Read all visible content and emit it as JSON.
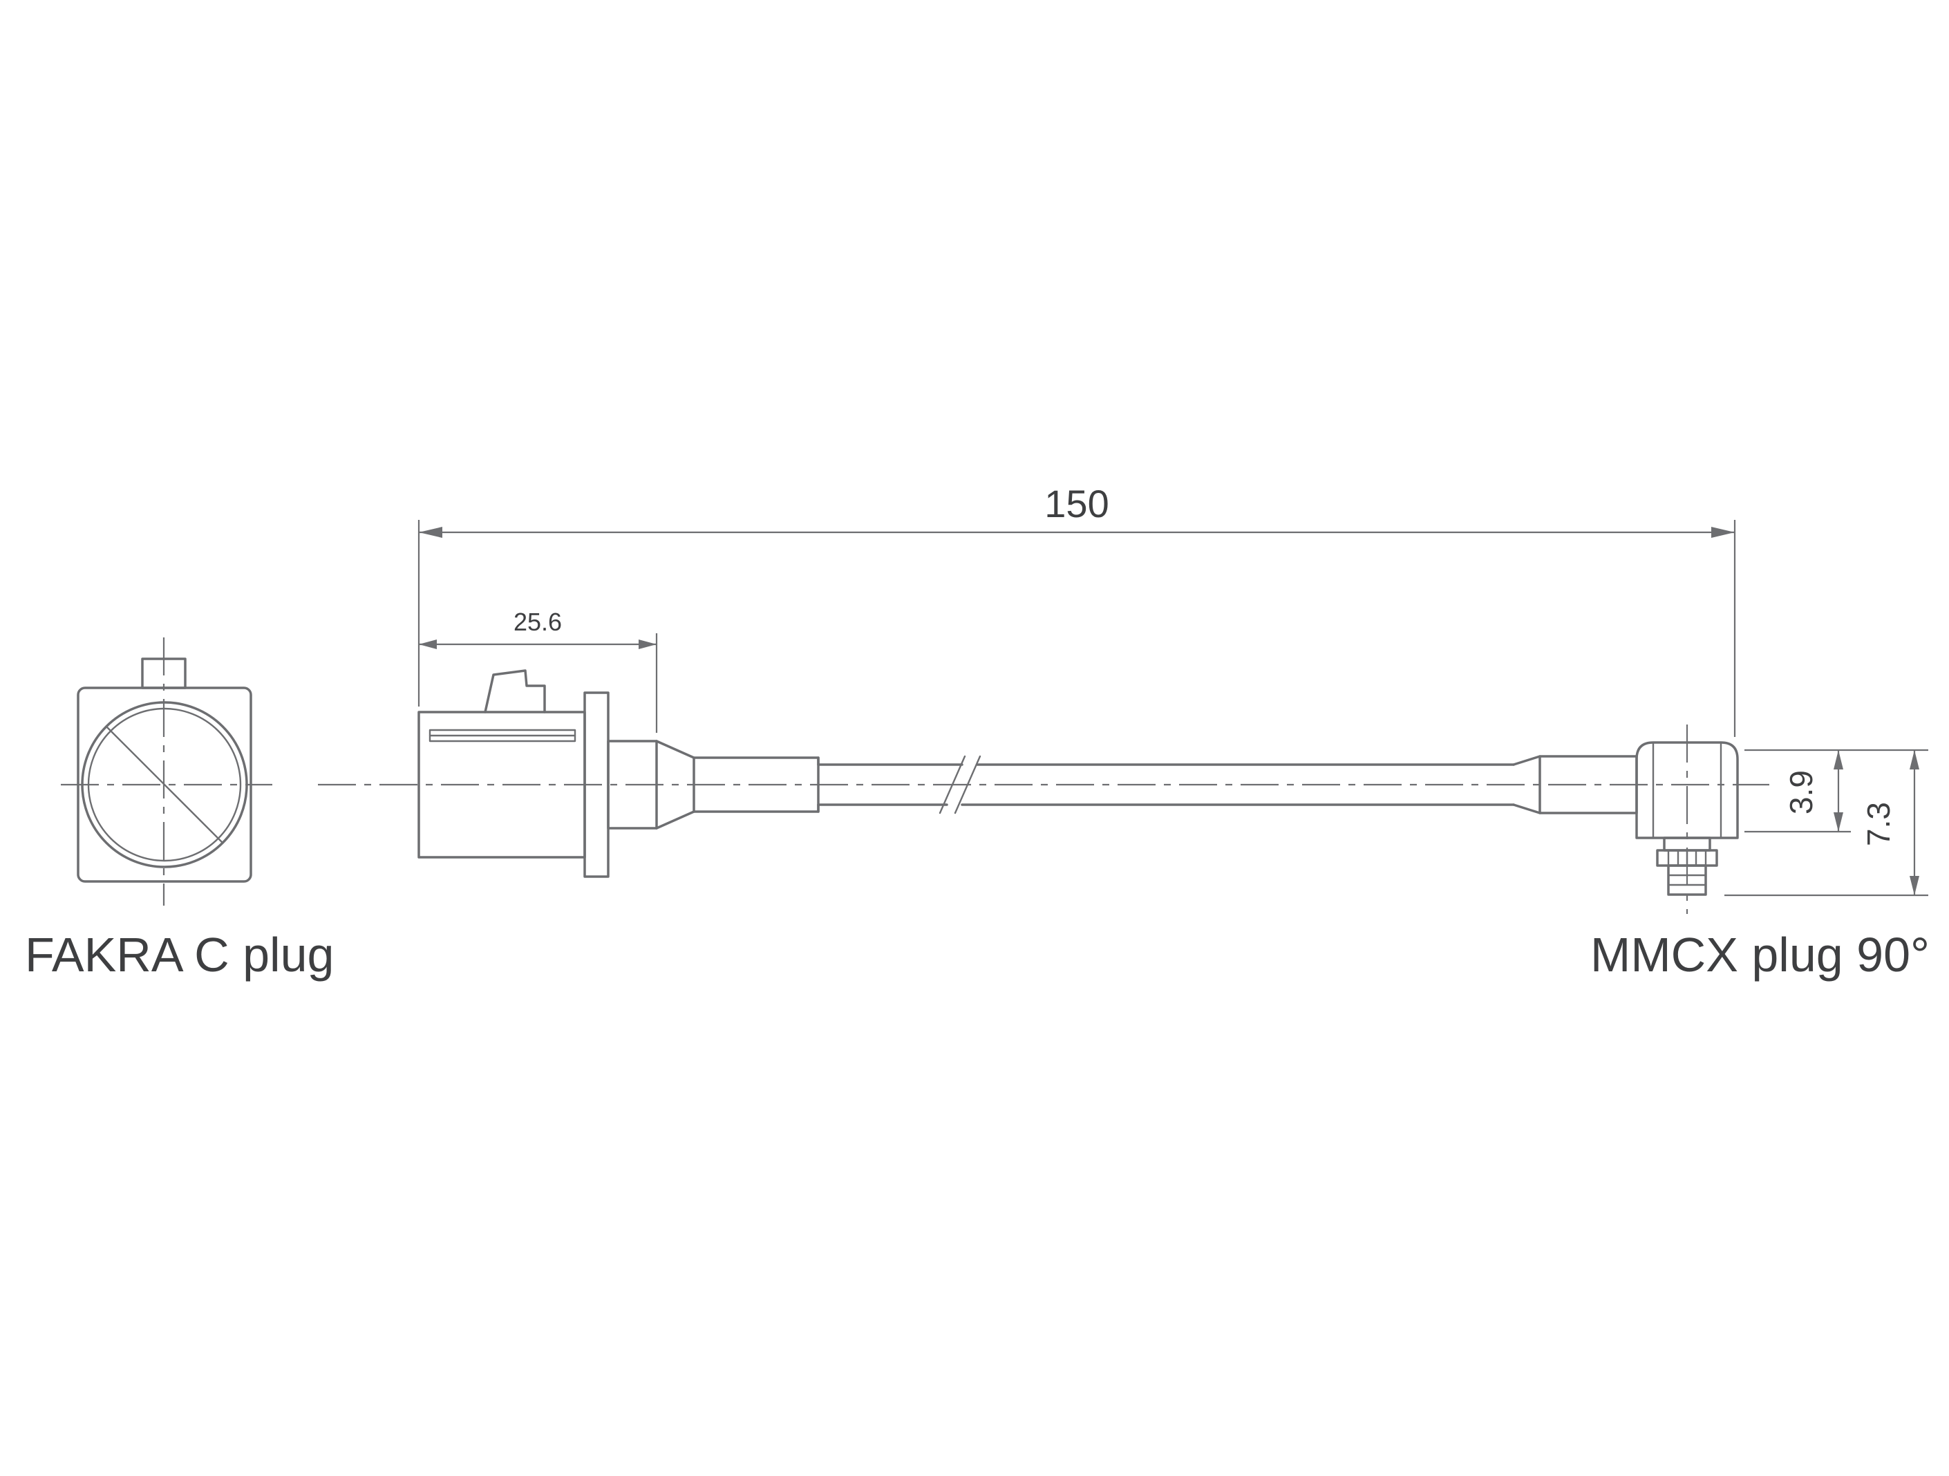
{
  "labels": {
    "left_connector": "FAKRA C plug",
    "right_connector": "MMCX plug 90°"
  },
  "dimensions": {
    "overall_length": "150",
    "fakra_body_length": "25.6",
    "cable_diameter": "3.9",
    "plug_height": "7.3"
  },
  "colors": {
    "line": "#6d6e71",
    "text": "#3e3f41",
    "background": "#ffffff"
  }
}
